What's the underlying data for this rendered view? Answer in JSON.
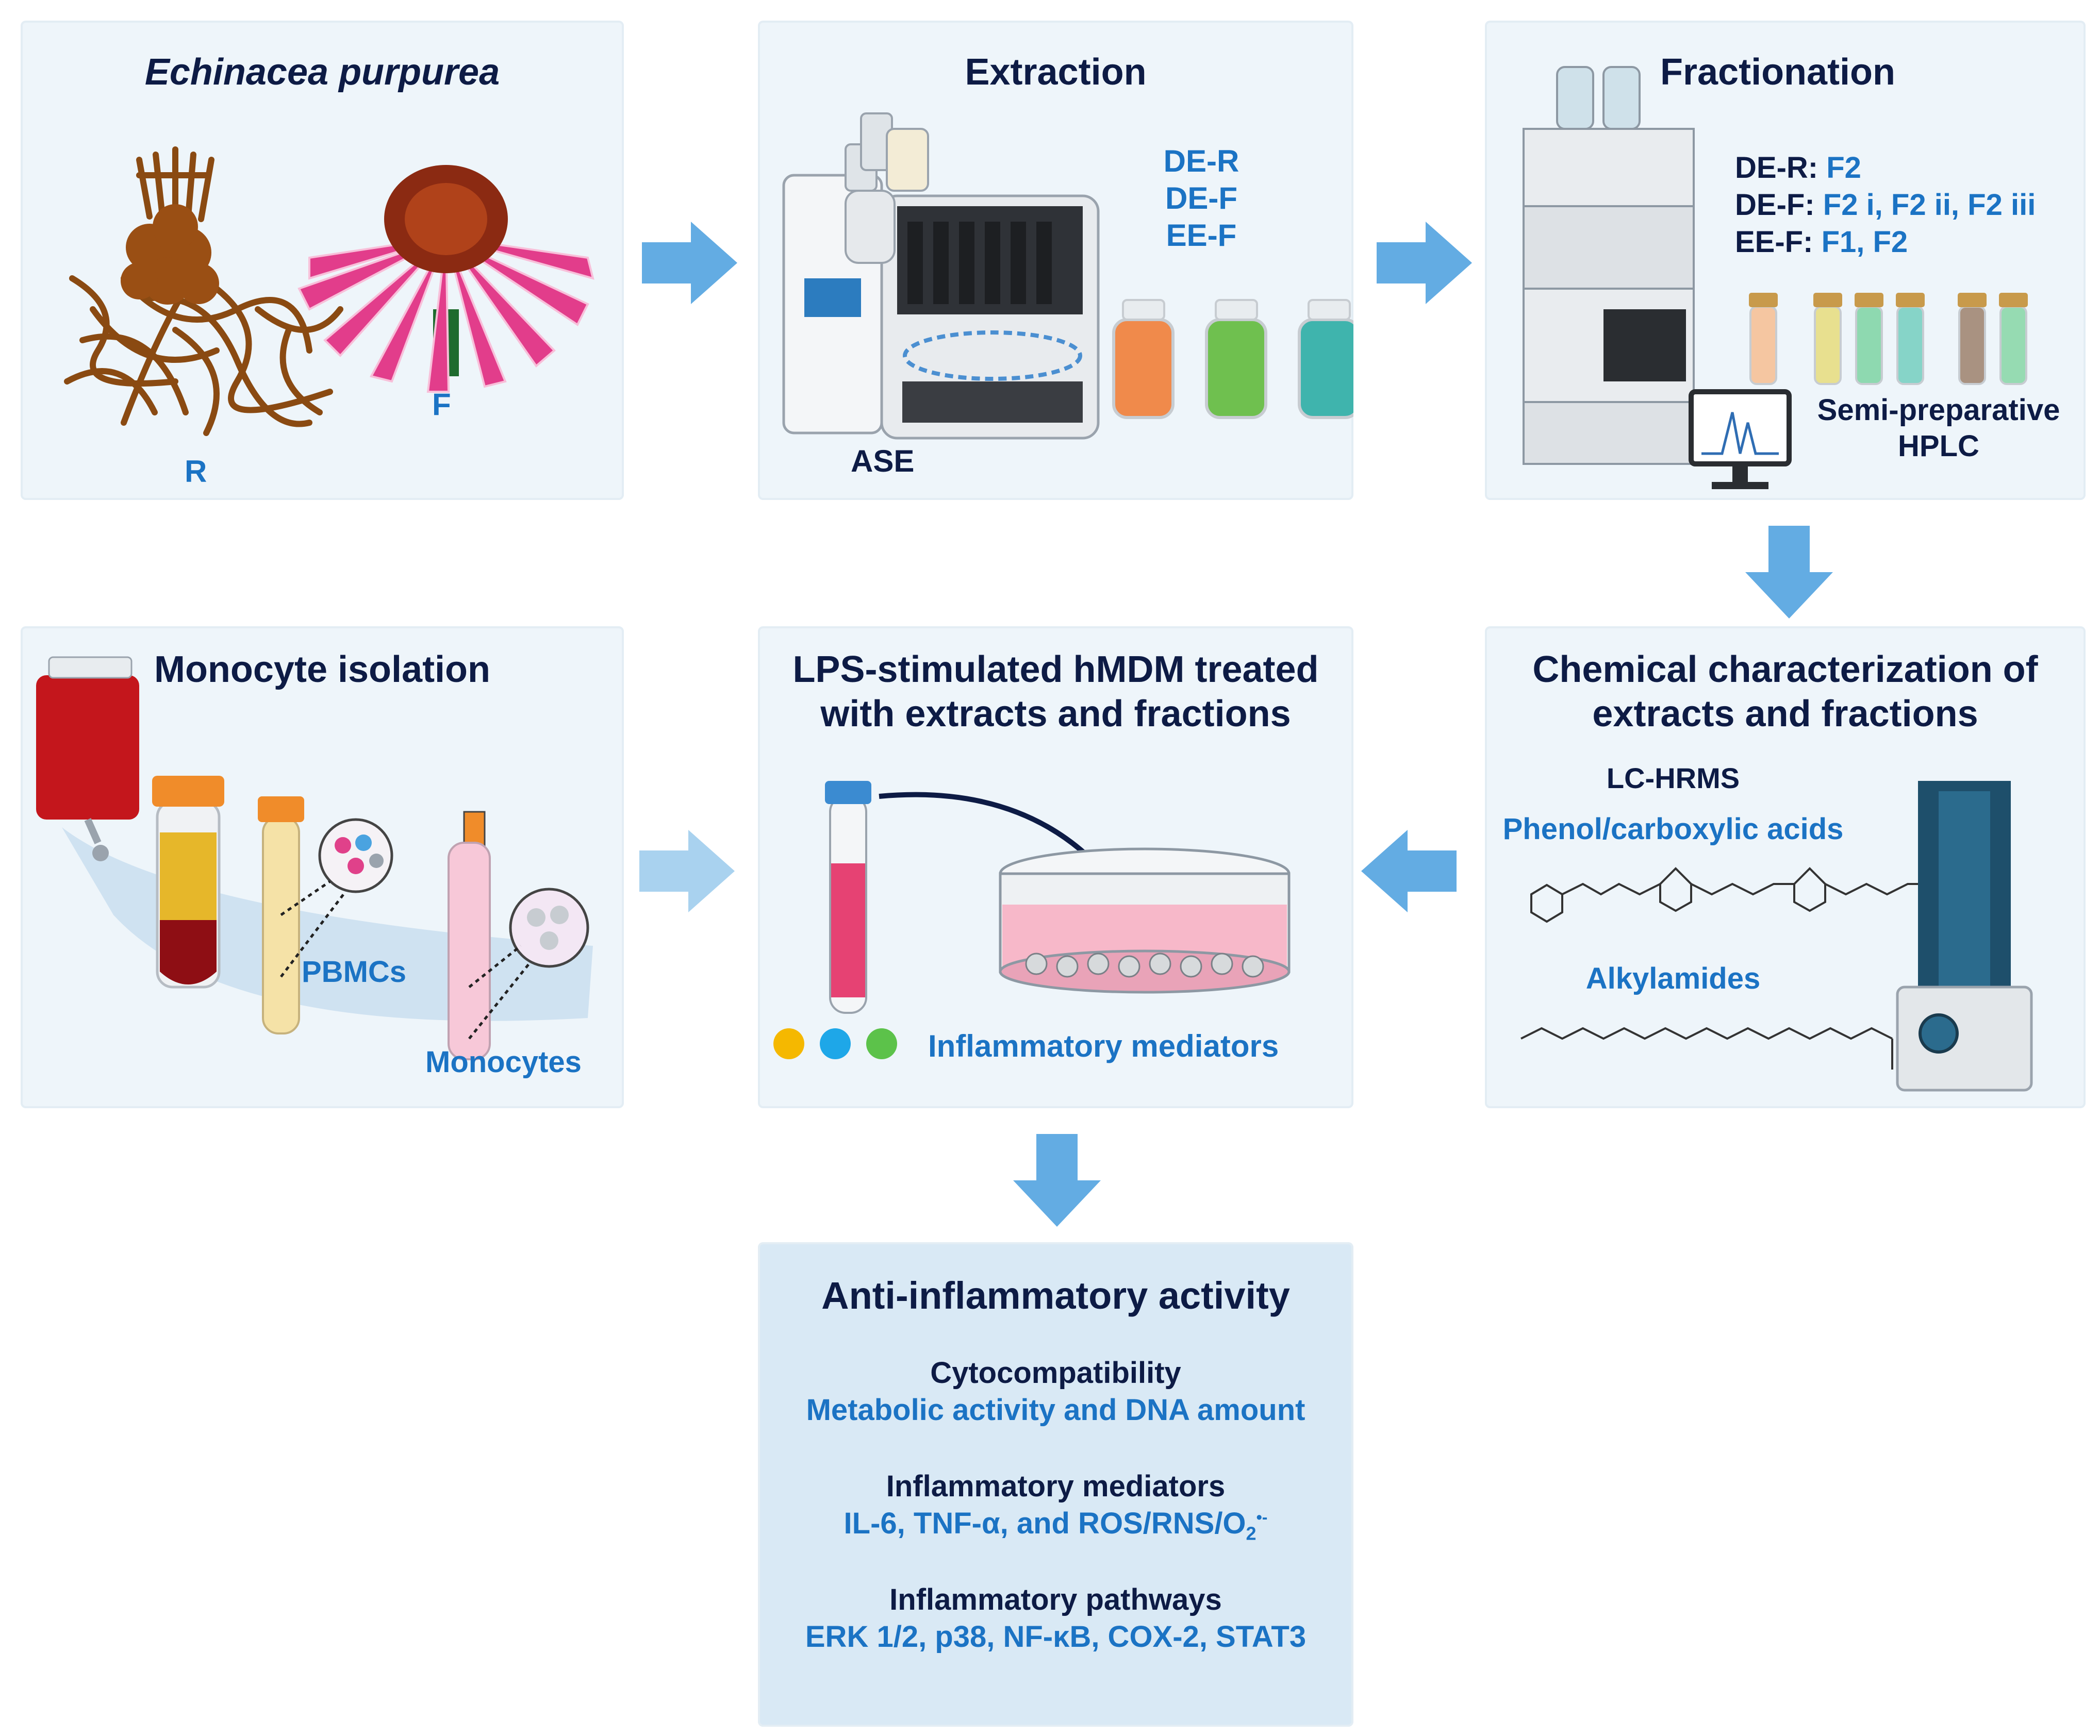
{
  "panels": {
    "echinacea": {
      "title": "Echinacea purpurea",
      "root_label": "R",
      "flower_label": "F"
    },
    "extraction": {
      "title": "Extraction",
      "extracts": [
        "DE-R",
        "DE-F",
        "EE-F"
      ],
      "device_label": "ASE",
      "vial_colors": [
        "#f08a4b",
        "#6fc04f",
        "#3fb4ad"
      ]
    },
    "fractionation": {
      "title": "Fractionation",
      "rows": [
        {
          "key": "DE-R:",
          "value": "F2"
        },
        {
          "key": "DE-F:",
          "value": "F2 i, F2 ii, F2 iii"
        },
        {
          "key": "EE-F:",
          "value": "F1, F2"
        }
      ],
      "device_label_1": "Semi-preparative",
      "device_label_2": "HPLC"
    },
    "monocyte": {
      "title": "Monocyte isolation",
      "pbmc_label": "PBMCs",
      "monocytes_label": "Monocytes"
    },
    "lps": {
      "title_1": "LPS-stimulated hMDM treated",
      "title_2": "with extracts and fractions",
      "mediators_label": "Inflammatory mediators",
      "dot_colors": [
        "#f5b800",
        "#1ea7e8",
        "#5cc24a"
      ]
    },
    "chemical": {
      "title_1": "Chemical characterization of",
      "title_2": "extracts and fractions",
      "method": "LC-HRMS",
      "class_1": "Phenol/carboxylic acids",
      "class_2": "Alkylamides"
    },
    "activity": {
      "title": "Anti-inflammatory activity",
      "sections": [
        {
          "heading": "Cytocompatibility",
          "detail": "Metabolic activity and DNA amount"
        },
        {
          "heading": "Inflammatory mediators",
          "detail": "IL-6, TNF-α, and ROS/RNS/O",
          "sub": "2",
          "sup": "•-"
        },
        {
          "heading": "Inflammatory pathways",
          "detail": "ERK 1/2, p38, NF-κB, COX-2, STAT3"
        }
      ]
    }
  },
  "colors": {
    "navy": "#0d1b45",
    "accent_blue": "#1b73c4",
    "arrow": "#63ace3",
    "panel_bg": "#eef5fa"
  }
}
